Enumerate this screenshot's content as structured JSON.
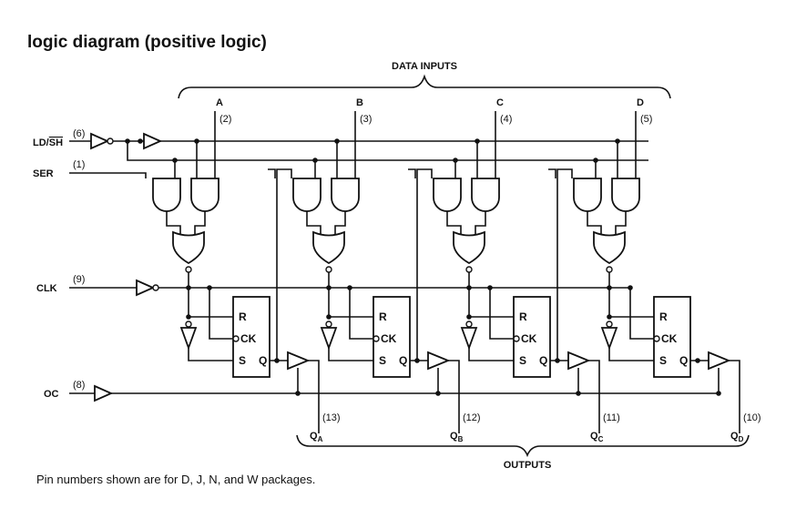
{
  "title": "logic diagram (positive logic)",
  "footnote": "Pin numbers shown are for D, J, N, and W packages.",
  "groups": {
    "data_inputs": "DATA INPUTS",
    "outputs": "OUTPUTS"
  },
  "inputs": [
    {
      "label": "LD/SH",
      "overbar": "SH",
      "pin": "(6)"
    },
    {
      "label": "SER",
      "pin": "(1)"
    },
    {
      "label": "CLK",
      "pin": "(9)"
    },
    {
      "label": "OC",
      "pin": "(8)"
    }
  ],
  "data_inputs": [
    {
      "label": "A",
      "pin": "(2)"
    },
    {
      "label": "B",
      "pin": "(3)"
    },
    {
      "label": "C",
      "pin": "(4)"
    },
    {
      "label": "D",
      "pin": "(5)"
    }
  ],
  "outputs": [
    {
      "label": "Q",
      "sub": "A",
      "pin": "(13)"
    },
    {
      "label": "Q",
      "sub": "B",
      "pin": "(12)"
    },
    {
      "label": "Q",
      "sub": "C",
      "pin": "(11)"
    },
    {
      "label": "Q",
      "sub": "D",
      "pin": "(10)"
    }
  ],
  "flipflop_pins": {
    "reset": "R",
    "clock": "CK",
    "set": "S",
    "out": "Q"
  }
}
